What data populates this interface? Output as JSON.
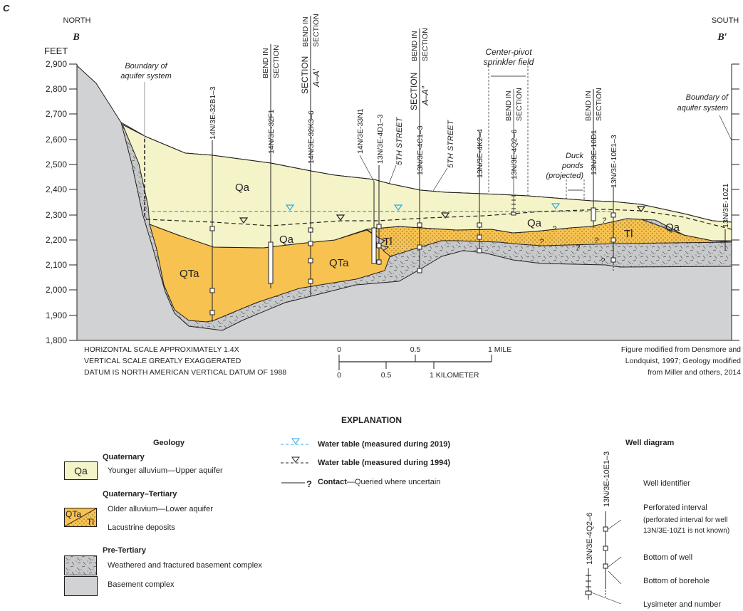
{
  "panel_letter": "C",
  "directions": {
    "left": "NORTH",
    "right": "SOUTH",
    "left_letter": "B",
    "right_letter": "B′"
  },
  "axis": {
    "unit": "FEET",
    "ticks": [
      "2,900",
      "2,800",
      "2,700",
      "2,600",
      "2,500",
      "2,400",
      "2,300",
      "2,200",
      "2,100",
      "2,000",
      "1,900",
      "1,800"
    ]
  },
  "annotations": {
    "boundary_left": [
      "Boundary of",
      "aquifer system"
    ],
    "boundary_right": [
      "Boundary of",
      "aquifer system"
    ],
    "bend": [
      "BEND IN",
      "SECTION"
    ],
    "section_a1": [
      "SECTION",
      "A–A′"
    ],
    "section_a2": [
      "SECTION",
      "A–A″"
    ],
    "center_pivot": [
      "Center-pivot",
      "sprinkler field"
    ],
    "duck_ponds": [
      "Duck",
      "ponds",
      "(projected)"
    ],
    "street": "5TH STREET"
  },
  "wells": [
    "14N/3E-32B1–3",
    "14N/3E-32F1",
    "14N/3E-32K3–6",
    "14N/3E-33N1",
    "13N/3E-4D1–3",
    "13N/3E-4C1–3",
    "13N/3E-4K2–4",
    "13N/3E-4Q2–6",
    "13N/3E-10D1",
    "13N/3E-10E1–3",
    "13N/3E-10Z1"
  ],
  "units": {
    "qa": "Qa",
    "qta": "QTa",
    "tl": "Tl",
    "query": "?"
  },
  "scale": {
    "notes": [
      "HORIZONTAL SCALE APPROXIMATELY 1.4X",
      "VERTICAL SCALE GREATLY EXAGGERATED",
      "DATUM IS NORTH AMERICAN VERTICAL DATUM OF 1988"
    ],
    "miles": [
      "0",
      "0.5",
      "1 MILE"
    ],
    "km": [
      "0",
      "0.5",
      "1 KILOMETER"
    ]
  },
  "credit": [
    "Figure modified from Densmore and",
    "Londquist, 1997; Geology modified",
    "from Miller and others, 2014"
  ],
  "explanation": {
    "title": "EXPLANATION",
    "geology_title": "Geology",
    "quaternary": "Quaternary",
    "qa_desc": "Younger alluvium—Upper aquifer",
    "quat_tert": "Quaternary–Tertiary",
    "qta_desc": "Older alluvium—Lower aquifer",
    "tl_desc": "Lacustrine deposits",
    "pre_tertiary": "Pre-Tertiary",
    "weathered_desc": "Weathered and fractured basement complex",
    "basement_desc": "Basement complex",
    "wt2019": "Water table (measured during 2019)",
    "wt1994": "Water table (measured during 1994)",
    "contact_b": "Contact",
    "contact_rest": "—Queried where uncertain",
    "well_title": "Well diagram",
    "well_id": "Well identifier",
    "perf": "Perforated interval",
    "perf_note1": "(perforated interval for well",
    "perf_note2": "13N/3E-10Z1 is not known)",
    "bottom_well": "Bottom of well",
    "bottom_borehole": "Bottom of borehole",
    "lysimeter": "Lysimeter and number",
    "ex_well_a": "13N/3E-10E1–3",
    "ex_well_b": "13N/3E-4Q2–6"
  },
  "colors": {
    "qa": "#f4f4c8",
    "qta": "#f7c250",
    "basement": "#d1d2d4",
    "weathered": "#c8c9cb",
    "wt2019": "#27aae1"
  }
}
